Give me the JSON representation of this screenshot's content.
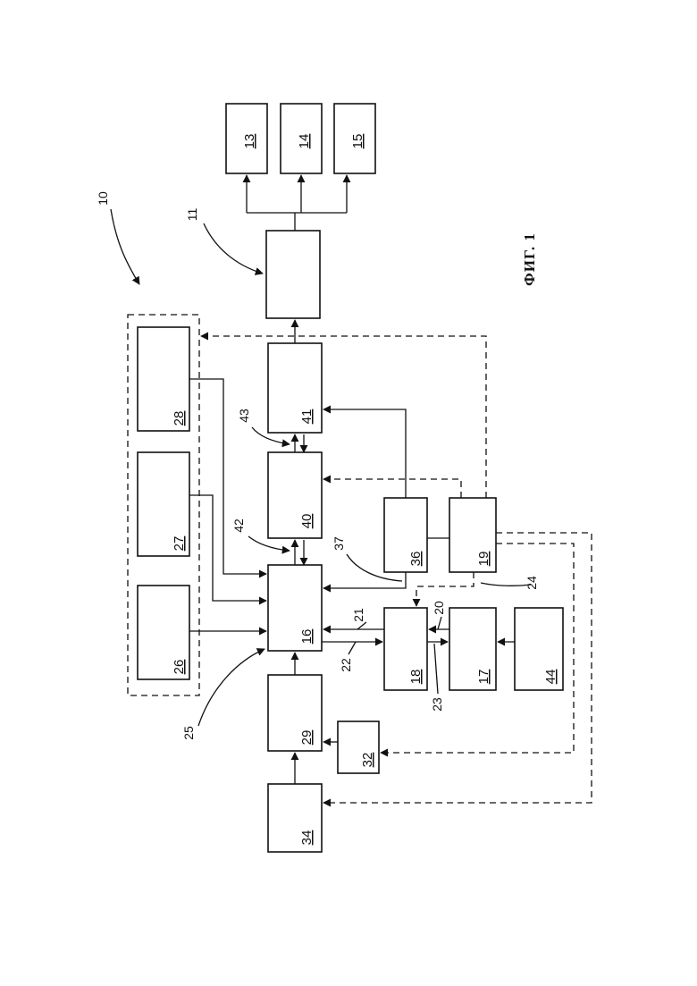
{
  "figure": {
    "caption": "ФИГ. 1"
  },
  "blocks": {
    "b13": "13",
    "b14": "14",
    "b15": "15",
    "b11": "",
    "b41": "41",
    "b40": "40",
    "b16": "16",
    "b29": "29",
    "b34": "34",
    "b28": "28",
    "b27": "27",
    "b26": "26",
    "b36": "36",
    "b19": "19",
    "b18": "18",
    "b17": "17",
    "b44": "44",
    "b32": "32"
  },
  "references": {
    "r10": "10",
    "r11": "11",
    "r43": "43",
    "r42": "42",
    "r37": "37",
    "r21": "21",
    "r20": "20",
    "r24": "24",
    "r22": "22",
    "r23": "23",
    "r25": "25"
  }
}
